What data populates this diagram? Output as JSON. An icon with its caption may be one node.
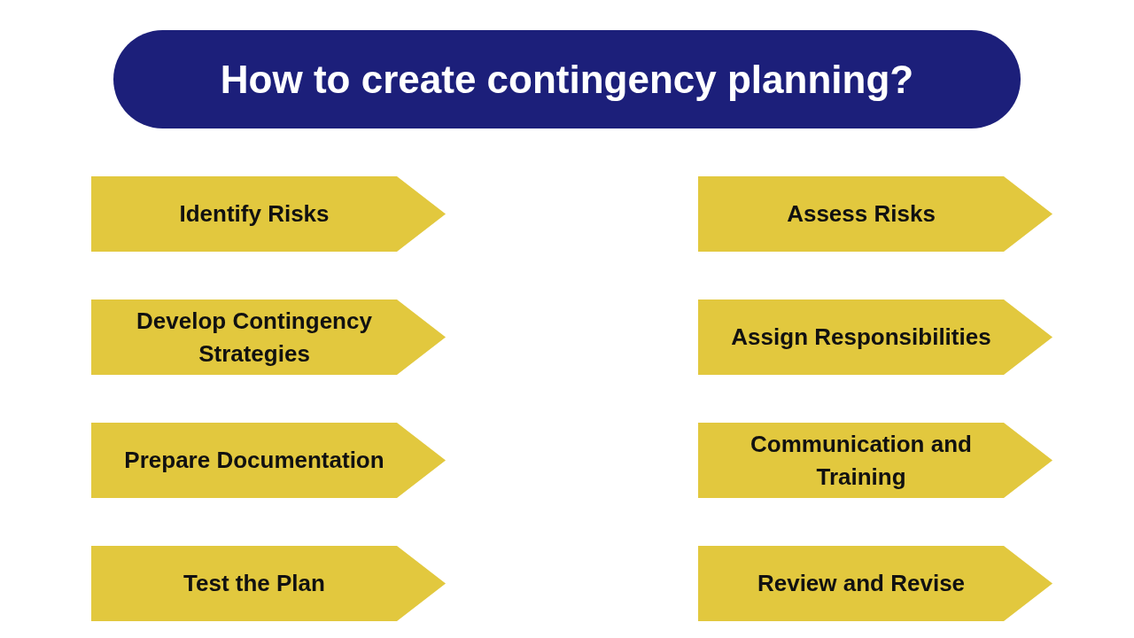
{
  "diagram": {
    "title": "How to create contingency planning?",
    "nodes": [
      {
        "text": [
          "Identify Risks"
        ]
      },
      {
        "text": [
          "Assess Risks"
        ]
      },
      {
        "text": [
          "Develop Contingency Strategies"
        ]
      },
      {
        "text": [
          "Assign Responsibilities"
        ]
      },
      {
        "text": [
          "Prepare Documentation"
        ]
      },
      {
        "text": [
          "Communication and Training"
        ]
      },
      {
        "text": [
          "Test the Plan"
        ]
      },
      {
        "text": [
          "Review and Revise"
        ]
      }
    ]
  }
}
